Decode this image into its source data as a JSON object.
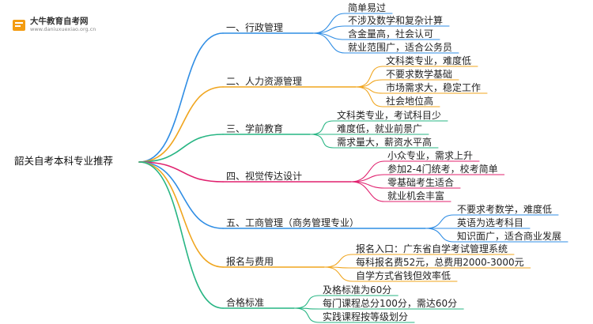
{
  "logo": {
    "title": "大牛教育自考网",
    "subtitle": "www.daniuxuexiao.org.cn"
  },
  "root": "韶关自考本科专业推荐",
  "branches": [
    {
      "label": "一、行政管理",
      "color": "#2f8de4",
      "children": [
        "简单易过",
        "不涉及数学和复杂计算",
        "含金量高，社会认可",
        "就业范围广，适合公务员"
      ]
    },
    {
      "label": "二、人力资源管理",
      "color": "#f0a51e",
      "children": [
        "文科类专业，难度低",
        "不要求数学基础",
        "市场需求大，稳定工作",
        "社会地位高"
      ]
    },
    {
      "label": "三、学前教育",
      "color": "#27b583",
      "children": [
        "文科类专业，考试科目少",
        "难度低，就业前景广",
        "需求量大，薪资水平高"
      ]
    },
    {
      "label": "四、视觉传达设计",
      "color": "#e0206e",
      "children": [
        "小众专业，需求上升",
        "参加2-4门统考，校考简单",
        "零基础考生适合",
        "就业机会丰富"
      ]
    },
    {
      "label": "五、工商管理（商务管理专业）",
      "color": "#2f8de4",
      "children": [
        "不要求考数学，难度低",
        "英语为选考科目",
        "知识面广，适合商业发展"
      ]
    },
    {
      "label": "报名与费用",
      "color": "#f0a51e",
      "children": [
        "报名入口：广东省自学考试管理系统",
        "每科报名费52元，总费用2000-3000元",
        "自学方式省钱但效率低"
      ]
    },
    {
      "label": "合格标准",
      "color": "#27b583",
      "children": [
        "及格标准为60分",
        "每门课程总分100分，需达60分",
        "实践课程按等级划分"
      ]
    }
  ]
}
